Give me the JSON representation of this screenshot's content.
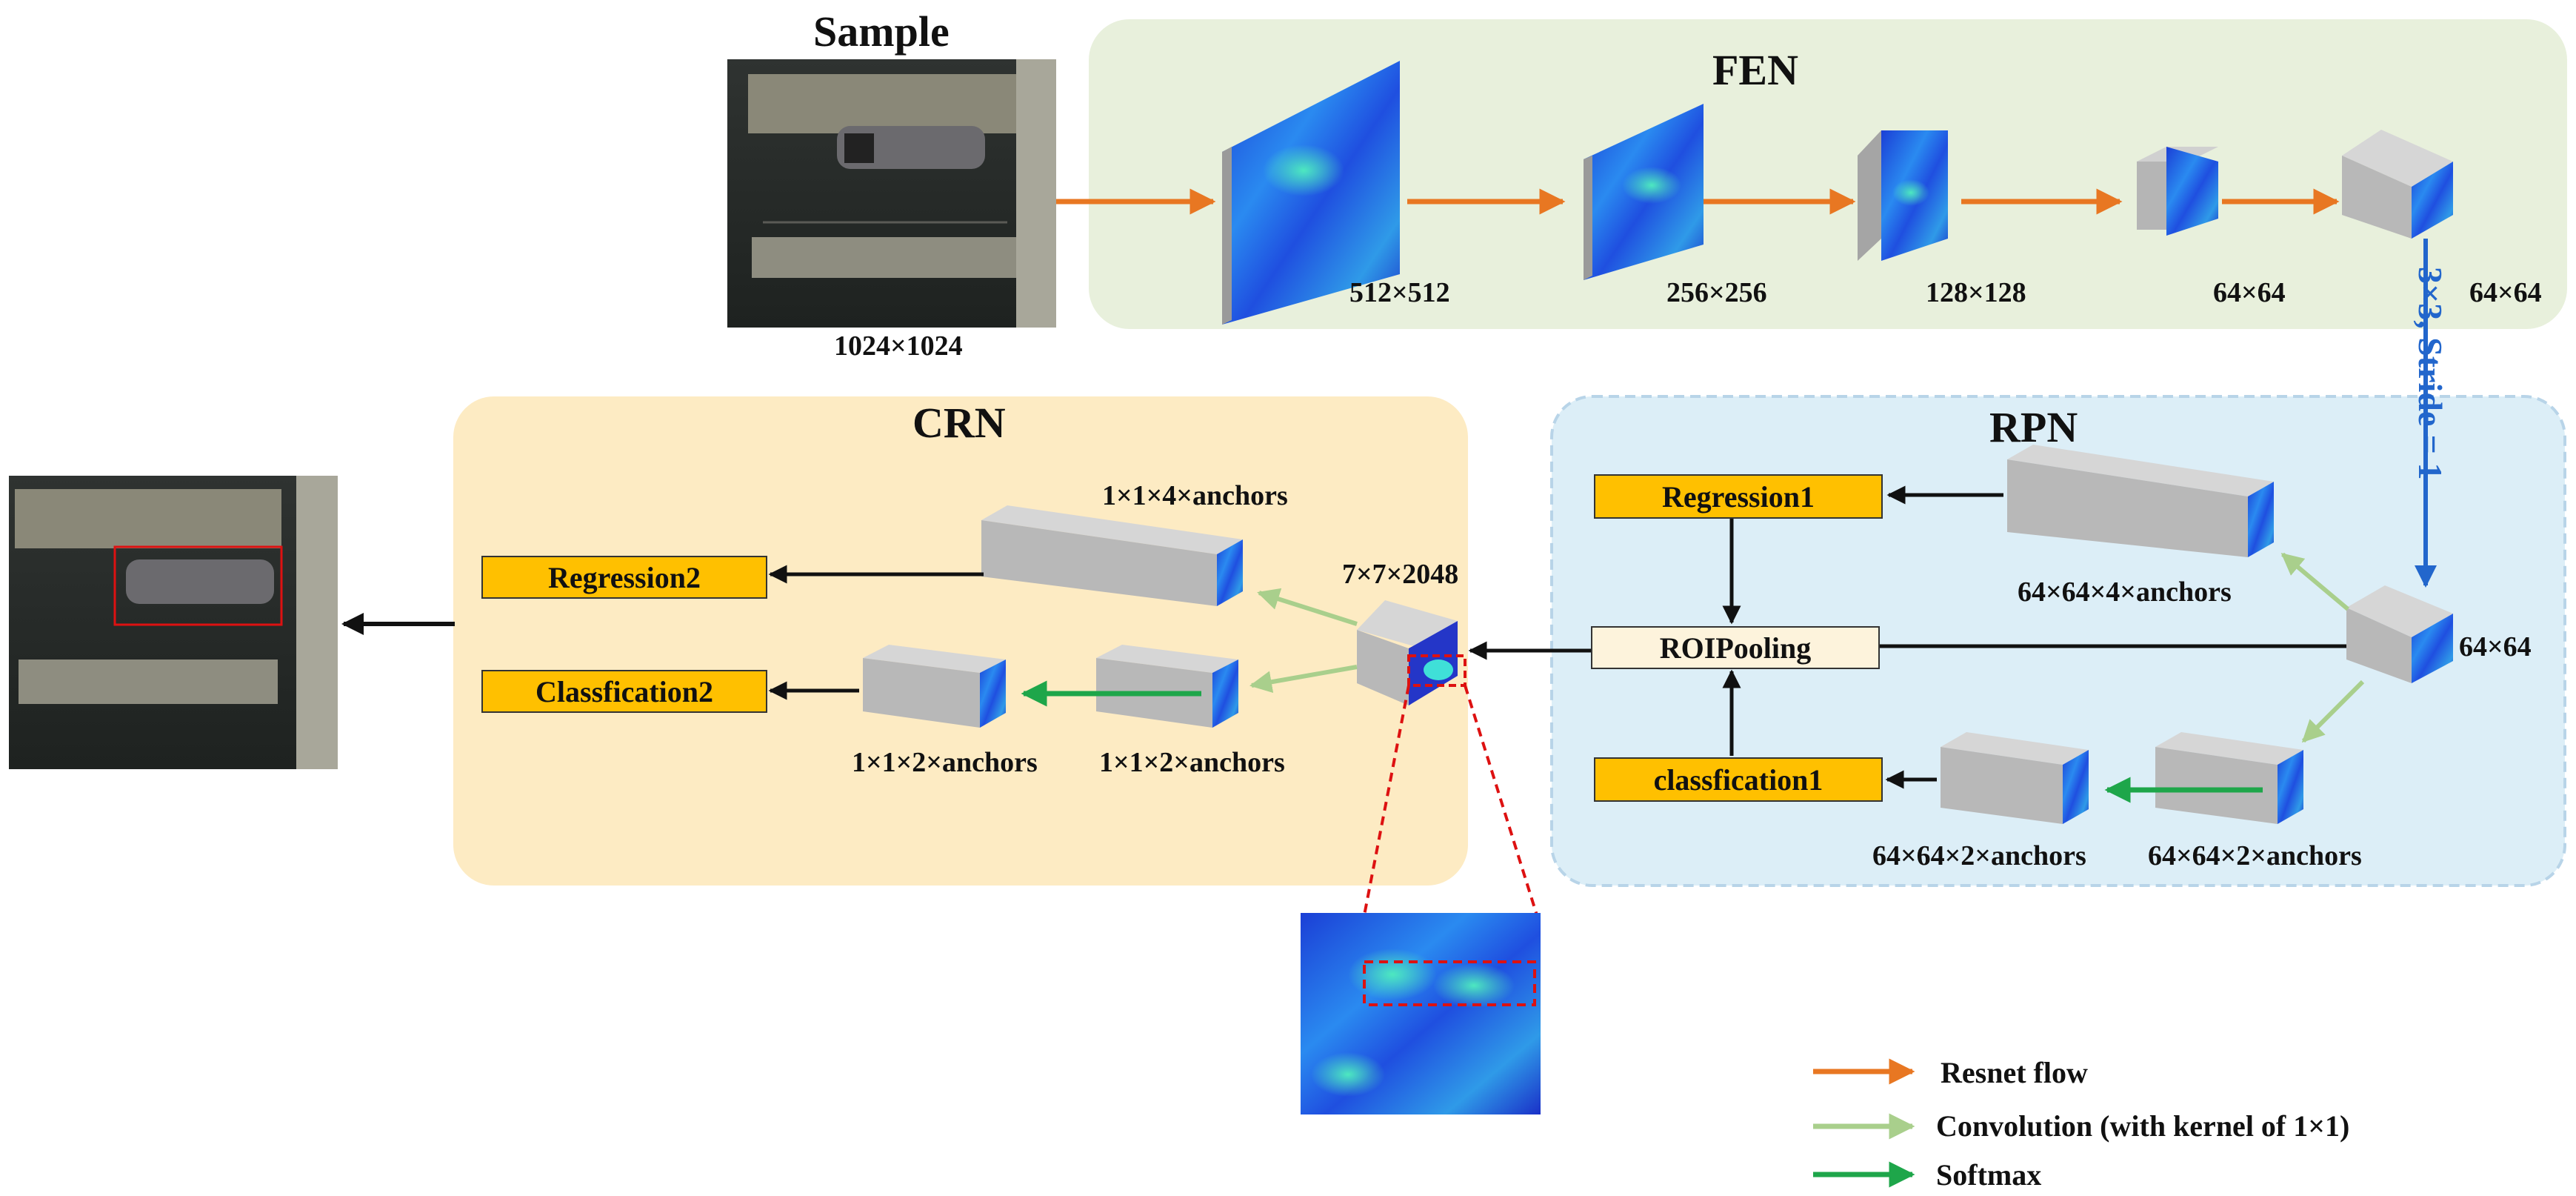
{
  "titles": {
    "sample": "Sample",
    "fen": "FEN",
    "crn": "CRN",
    "rpn": "RPN"
  },
  "dims": {
    "input": "1024×1024",
    "f1": "512×512",
    "f2": "256×256",
    "f3": "128×128",
    "f4": "64×64",
    "f5": "64×64",
    "rpn_in": "64×64",
    "rpn_reg": "64×64×4×anchors",
    "rpn_cls_a": "64×64×2×anchors",
    "rpn_cls_b": "64×64×2×anchors",
    "roi_out": "7×7×2048",
    "crn_reg": "1×1×4×anchors",
    "crn_cls_a": "1×1×2×anchors",
    "crn_cls_b": "1×1×2×anchors"
  },
  "conv_label": "3×3, Stride = 1",
  "boxes": {
    "regression1": "Regression1",
    "roipooling": "ROIPooling",
    "classification1": "classfication1",
    "regression2": "Regression2",
    "classification2": "Classfication2"
  },
  "legend": [
    {
      "label": "Resnet flow",
      "color": "#e87722"
    },
    {
      "label": "Convolution (with kernel of 1×1)",
      "color": "#a9cf8c"
    },
    {
      "label": "Softmax",
      "color": "#1ea64a"
    }
  ],
  "colors": {
    "fen_bg": "#e8f0dc",
    "crn_bg": "#fdebc3",
    "rpn_bg": "#dceef7",
    "box_yellow": "#ffc000",
    "box_light": "#fdf3dc",
    "highlight_red": "#dd1111"
  }
}
